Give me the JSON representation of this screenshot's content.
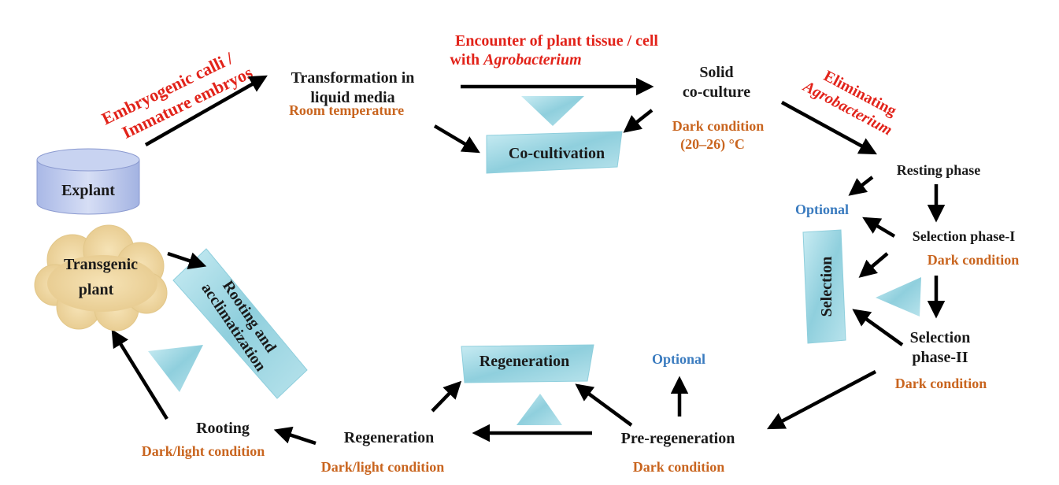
{
  "colors": {
    "step_text": "#1a1a1a",
    "transfer_text": "#e2231a",
    "condition_text": "#c9651f",
    "optional_text": "#3a7bbf",
    "box_fill": "#a9dbe6",
    "cloud_fill": "#efd6a0",
    "cylinder_fill": "#b6c4ea"
  },
  "nodes": {
    "explant": "Explant",
    "transformation_line1": "Transformation in",
    "transformation_line2": "liquid media",
    "room_temperature": "Room temperature",
    "cocultivation": "Co-cultivation",
    "solid_line1": "Solid",
    "solid_line2": "co-culture",
    "dark_condition_temp_line1": "Dark condition",
    "dark_condition_temp_line2": "(20–26) °C",
    "resting_phase": "Resting phase",
    "optional_top": "Optional",
    "selection_phase1": "Selection phase-I",
    "selection_phase1_condition": "Dark condition",
    "selection_box": "Selection",
    "selection_phase2_line1": "Selection",
    "selection_phase2_line2": "phase-II",
    "selection_phase2_condition": "Dark condition",
    "pre_regeneration": "Pre-regeneration",
    "pre_regeneration_condition": "Dark condition",
    "optional_bottom": "Optional",
    "regeneration_box": "Regeneration",
    "regeneration": "Regeneration",
    "regeneration_condition": "Dark/light condition",
    "rooting": "Rooting",
    "rooting_condition": "Dark/light condition",
    "rooting_box_line1": "Rooting and",
    "rooting_box_line2": "acclimatization",
    "transgenic_line1": "Transgenic",
    "transgenic_line2": "plant"
  },
  "edge_labels": {
    "embryogenic_line1": "Embryogenic calli /",
    "embryogenic_line2": "Immature embryos",
    "encounter_line1": "Encounter of plant tissue / cell",
    "encounter_line2_prefix": "with ",
    "encounter_line2_italic": "Agrobacterium",
    "eliminating_line1": "Eliminating",
    "eliminating_line2": "Agrobacterium"
  }
}
